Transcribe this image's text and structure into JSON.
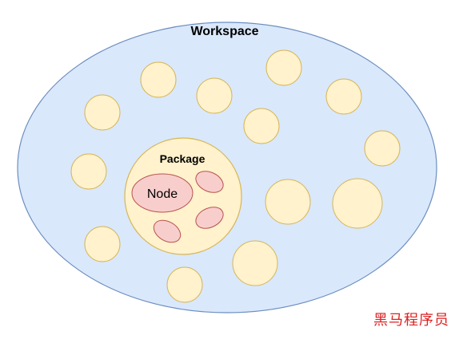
{
  "workspace": {
    "title": "Workspace",
    "fill": "#dae8fc",
    "stroke": "#6c8ebf"
  },
  "package": {
    "title": "Package",
    "fill": "#fff2cc",
    "stroke": "#d6b656"
  },
  "node": {
    "label": "Node",
    "fill": "#f8cecc",
    "stroke": "#b85450"
  },
  "other_packages": {
    "fill": "#fff2cc",
    "stroke": "#d6b656"
  },
  "watermark": "黑马程序员"
}
